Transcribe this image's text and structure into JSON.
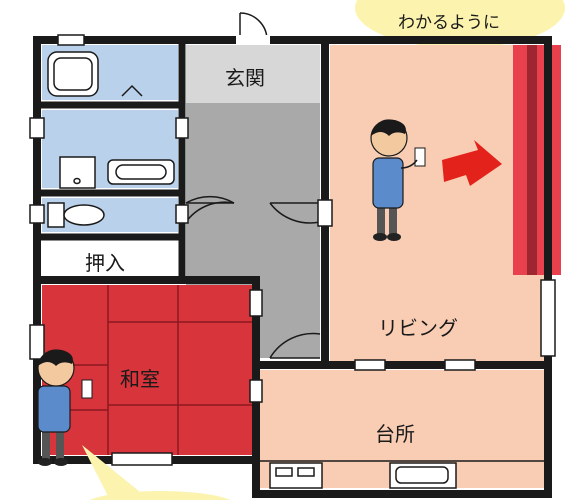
{
  "rooms": {
    "entrance": "玄関",
    "closet": "押入",
    "living": "リビング",
    "japanese": "和室",
    "kitchen": "台所"
  },
  "bubble": {
    "top_text": "わかるように"
  },
  "colors": {
    "living_floor": "#f8cdb3",
    "japanese_floor": "#d8343c",
    "wet_area": "#b9d1ea",
    "hall": "#a9a9a9",
    "entrance_floor": "#d7d7d7",
    "wall": "#1a1a1a",
    "highlight_wall": "#e8414d",
    "arrow": "#e3221b",
    "bubble_fill": "#fbf3ae"
  },
  "icons": [
    "person-icon",
    "phone-icon",
    "arrow-icon",
    "door-icon",
    "window-icon",
    "toilet-icon",
    "bathtub-icon",
    "stove-icon",
    "sink-icon"
  ]
}
